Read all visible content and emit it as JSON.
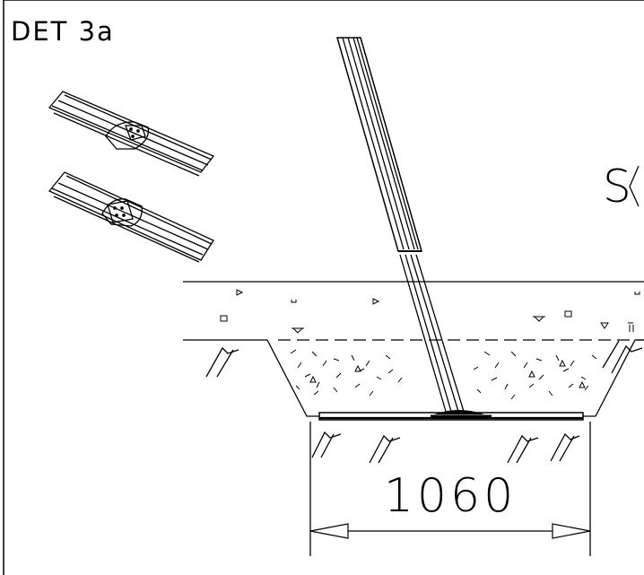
{
  "drawing": {
    "title": "DET 3a",
    "dimension_value": "1060",
    "partial_text": "S",
    "colors": {
      "stroke": "#000000",
      "background": "#ffffff"
    }
  }
}
